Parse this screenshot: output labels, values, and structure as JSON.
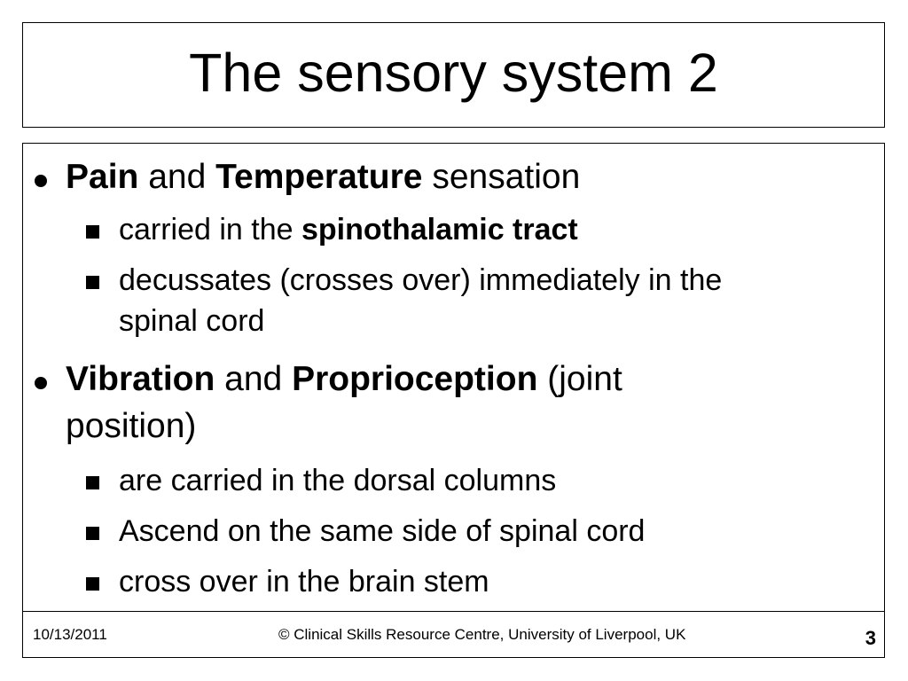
{
  "title": "The sensory system 2",
  "bullets": {
    "b1": {
      "bold1": "Pain",
      "mid": " and ",
      "bold2": "Temperature",
      "rest": " sensation"
    },
    "b1_1": {
      "plain": "carried in the ",
      "bold": "spinothalamic tract"
    },
    "b1_2": {
      "line1": " decussates (crosses over)  immediately in the",
      "line2": "spinal cord"
    },
    "b2": {
      "bold1": "Vibration",
      "mid": " and ",
      "bold2": "Proprioception",
      "rest": " (joint",
      "line2": "position)"
    },
    "b2_1": {
      "text": "are carried in the dorsal columns"
    },
    "b2_2": {
      "text": "Ascend on the same side of spinal cord"
    },
    "b2_3": {
      "text": "cross over in the brain stem"
    }
  },
  "footer": {
    "date": "10/13/2011",
    "copyright": "© Clinical Skills Resource Centre, University of Liverpool, UK",
    "page": "3"
  }
}
